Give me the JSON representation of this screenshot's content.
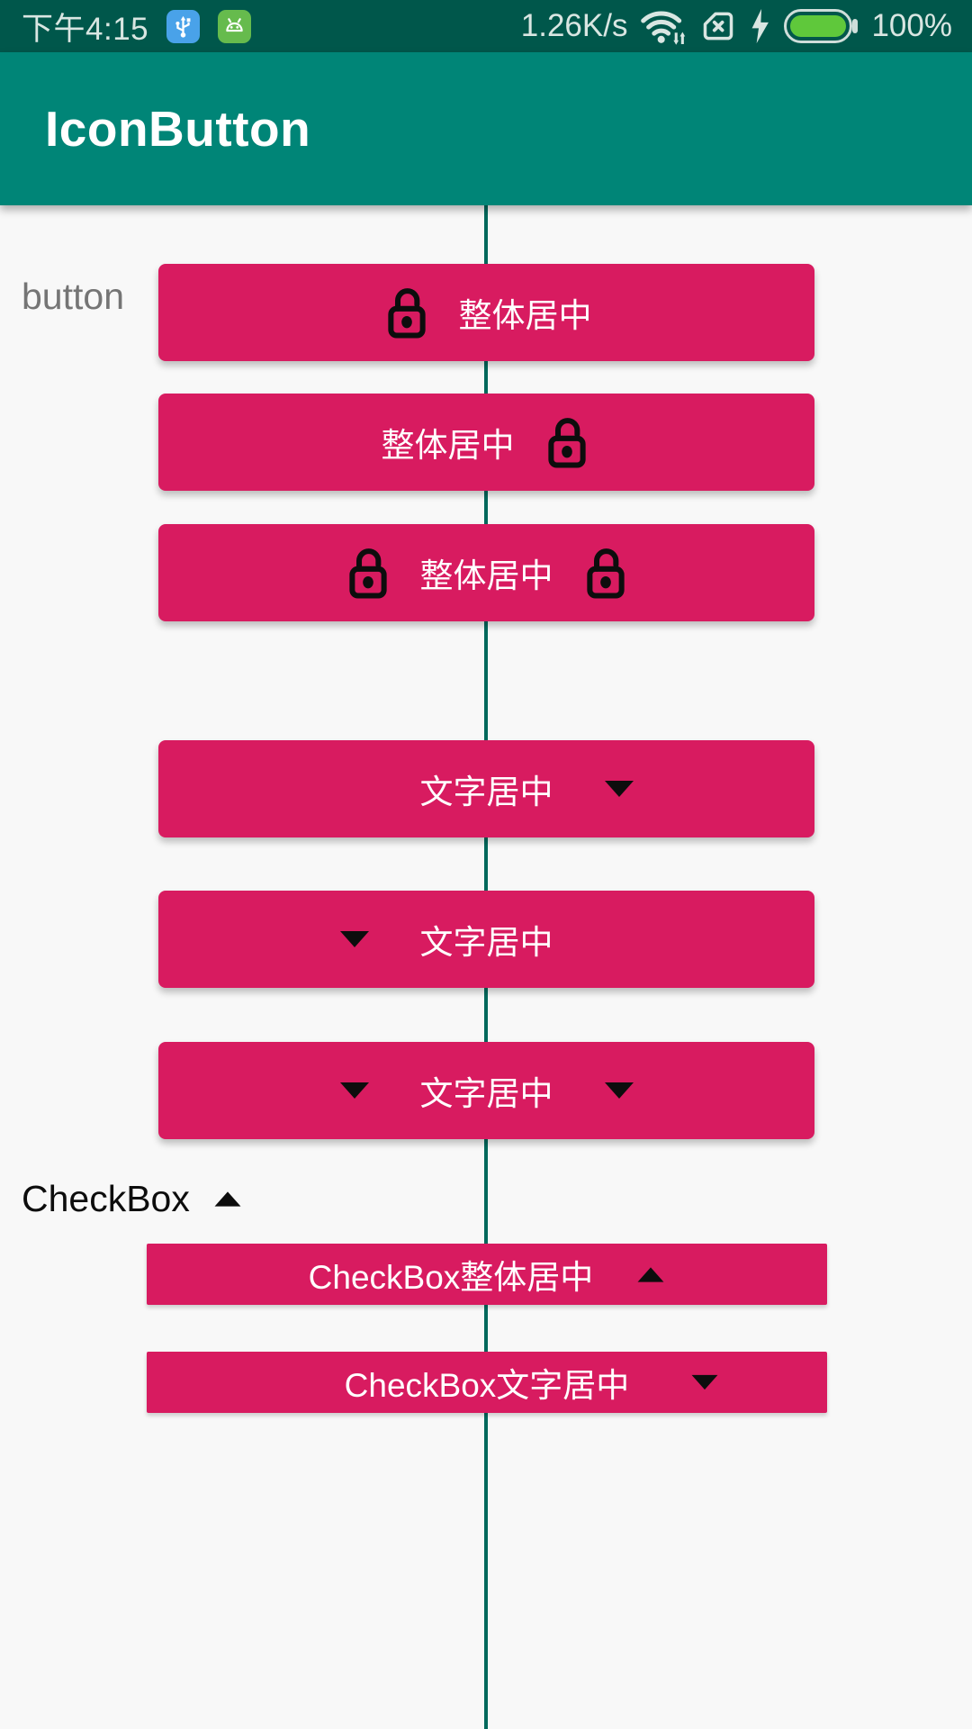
{
  "status_bar": {
    "time": "下午4:15",
    "network_speed": "1.26K/s",
    "battery_percent": "100%",
    "icons": [
      "usb-debug-badge",
      "android-badge",
      "wifi",
      "no-sim",
      "charging-bolt",
      "battery"
    ]
  },
  "app_bar": {
    "title": "IconButton"
  },
  "sections": {
    "button_label": "button",
    "checkbox_label": "CheckBox",
    "checkbox_label_icon": "triangle-up"
  },
  "buttons": [
    {
      "label": "整体居中",
      "icon_left": "lock-open",
      "icon_right": null
    },
    {
      "label": "整体居中",
      "icon_left": null,
      "icon_right": "lock-open"
    },
    {
      "label": "整体居中",
      "icon_left": "lock-open",
      "icon_right": "lock-open"
    },
    {
      "label": "文字居中",
      "icon_left": null,
      "icon_right": "triangle-down"
    },
    {
      "label": "文字居中",
      "icon_left": "triangle-down",
      "icon_right": null
    },
    {
      "label": "文字居中",
      "icon_left": "triangle-down",
      "icon_right": "triangle-down"
    }
  ],
  "checkboxes": [
    {
      "label": "CheckBox整体居中",
      "icon": "triangle-up"
    },
    {
      "label": "CheckBox文字居中",
      "icon": "triangle-down"
    }
  ],
  "colors": {
    "primary": "#008577",
    "primary_dark": "#00574B",
    "accent_button": "#D81B60",
    "background": "#F8F8F8",
    "divider": "#00695C",
    "battery_fill": "#5FC83B",
    "usb_badge": "#49A2E9",
    "android_badge": "#66BB4D"
  }
}
